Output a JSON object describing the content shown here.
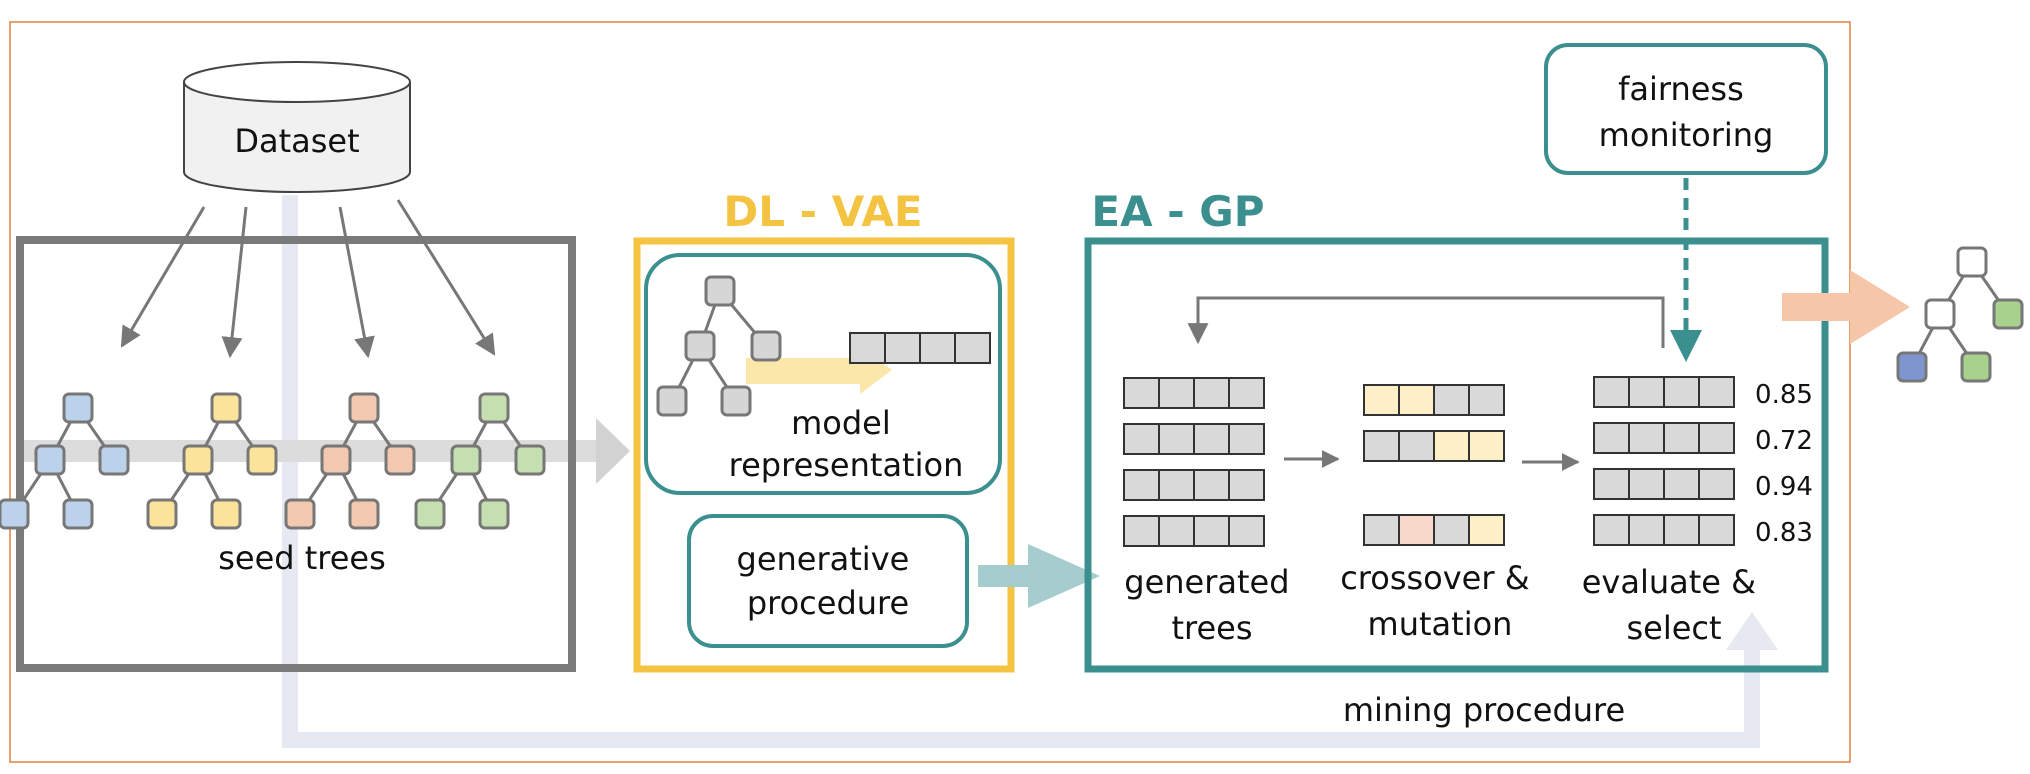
{
  "dataset_label": "Dataset",
  "seed_trees": {
    "label": "seed trees",
    "colors": [
      "#bcd2ea",
      "#fbe39b",
      "#f2c8ae",
      "#c6dfb1"
    ]
  },
  "dl_vae": {
    "title": "DL - VAE",
    "title_color": "#f5c342",
    "model_representation": "model representation",
    "generative_procedure": "generative procedure"
  },
  "ea_gp": {
    "title": "EA - GP",
    "title_color": "#3c8f8f",
    "generated_trees": "generated trees",
    "crossover_mutation": "crossover & mutation",
    "evaluate_select": "evaluate & select",
    "scores": [
      "0.85",
      "0.72",
      "0.94",
      "0.83"
    ]
  },
  "fairness_monitoring": "fairness monitoring",
  "mining_procedure": "mining procedure",
  "output_tree_colors": [
    "#7f95cf",
    "#a9d18e"
  ]
}
